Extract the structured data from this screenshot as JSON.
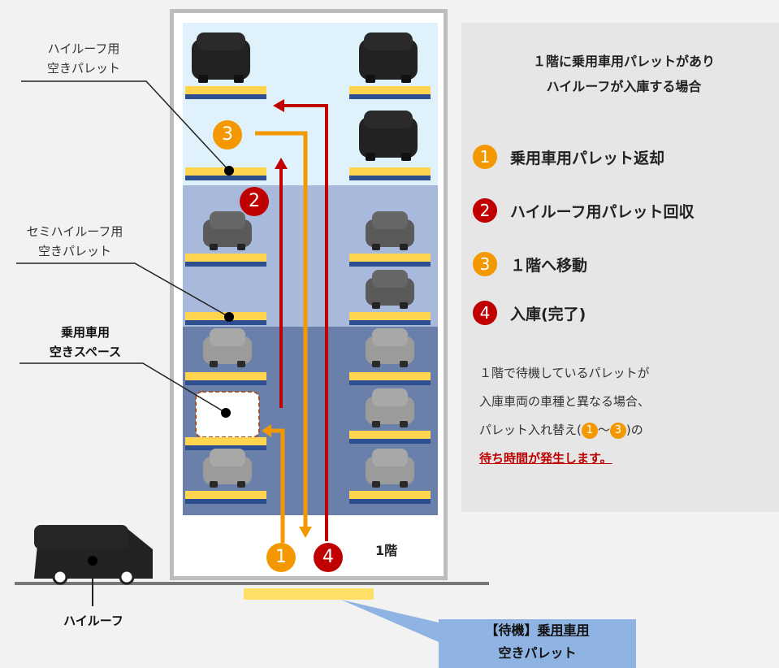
{
  "left_labels": {
    "highroof_pallet": [
      "ハイルーフ用",
      "空きパレット"
    ],
    "semihighroof_pallet": [
      "セミハイルーフ用",
      "空きパレット"
    ],
    "sedan_space": [
      "乗用車用",
      "空きスペース"
    ],
    "highroof_car": "ハイルーフ"
  },
  "floor_label": "1階",
  "markers": {
    "m1": "1",
    "m2": "2",
    "m3": "3",
    "m4": "4"
  },
  "panel": {
    "title_line1": "１階に乗用車用パレットがあり",
    "title_line2": "ハイルーフが入庫する場合",
    "steps": [
      {
        "num": "1",
        "text": "乗用車用パレット返却"
      },
      {
        "num": "2",
        "text": "ハイルーフ用パレット回収"
      },
      {
        "num": "3",
        "text": "１階へ移動"
      },
      {
        "num": "4",
        "text": "入庫(完了)"
      }
    ],
    "note_line1": "１階で待機しているパレットが",
    "note_line2": "入庫車両の車種と異なる場合、",
    "note_line3_a": "パレット入れ替え(",
    "note_line3_m1": "1",
    "note_line3_b": "～",
    "note_line3_m3": "3",
    "note_line3_c": ")の",
    "note_warn": "待ち時間が発生します。"
  },
  "callout": {
    "line1_prefix": "【待機】",
    "line1_under": "乗用車用",
    "line2": "空きパレット"
  },
  "colors": {
    "orange": "#f39800",
    "red": "#c00000",
    "pallet_yellow": "#ffd54f",
    "pallet_blue": "#2e4f8f",
    "zone_top": "#dff1fb",
    "zone_mid": "#a9b9db",
    "zone_low": "#6a80ab"
  }
}
